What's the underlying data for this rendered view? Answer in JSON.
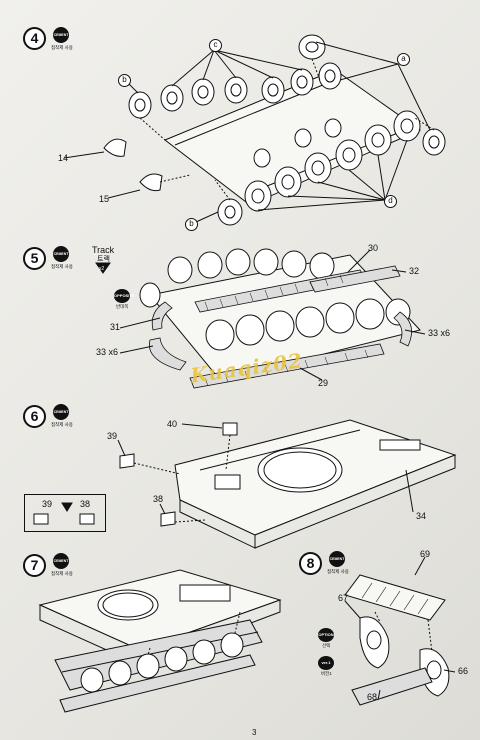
{
  "cement_badge": {
    "label": "CEMENT",
    "caption": "접착제 사용"
  },
  "page_number": "3",
  "watermark": "Kuaqiz02",
  "step4": {
    "number": "4",
    "letter_a": "a",
    "letter_b_top": "b",
    "letter_b_bottom": "b",
    "letter_c": "c",
    "letter_d": "d",
    "part_14": "14",
    "part_15": "15"
  },
  "step5": {
    "number": "5",
    "track_label": "Track",
    "track_label_kr": "트랙",
    "track_count": "x2",
    "opposite_label": "OPPOSITE",
    "opposite_caption": "반대쪽",
    "part_30": "30",
    "part_32": "32",
    "part_31": "31",
    "part_33_left": "33 x6",
    "part_33_right": "33 x6",
    "part_29": "29"
  },
  "step6": {
    "number": "6",
    "part_40": "40",
    "part_39": "39",
    "part_38": "38",
    "part_34": "34",
    "inset_39": "39",
    "inset_38": "38"
  },
  "step7": {
    "number": "7"
  },
  "step8": {
    "number": "8",
    "part_69": "69",
    "part_67": "67",
    "part_66": "66",
    "part_68": "68",
    "option_label": "OPTION",
    "option_caption": "선택",
    "ver_label": "ver.1",
    "ver_caption": "버전1"
  }
}
